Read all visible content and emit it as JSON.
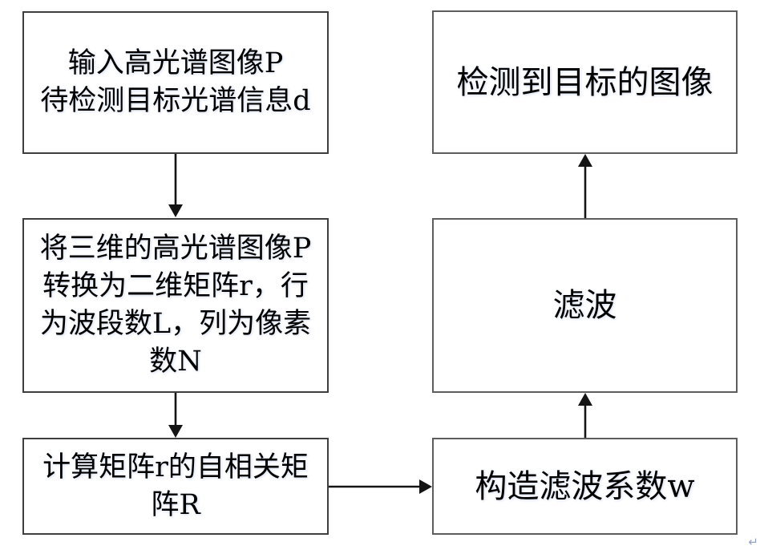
{
  "diagram": {
    "kind": "flowchart",
    "boxes": [
      {
        "id": "input",
        "lines": [
          "输入高光谱图像P",
          "待检测目标光谱信息d"
        ]
      },
      {
        "id": "reshape",
        "lines": [
          "将三维的高光谱图像P",
          "转换为二维矩阵r，行",
          "为波段数L，列为像素",
          "数N"
        ]
      },
      {
        "id": "autocorrelation",
        "lines": [
          "计算矩阵r的自相关矩",
          "阵R"
        ]
      },
      {
        "id": "detected-image",
        "lines": [
          "检测到目标的图像"
        ]
      },
      {
        "id": "filtering",
        "lines": [
          "滤波"
        ]
      },
      {
        "id": "filter-coefficient",
        "lines": [
          "构造滤波系数w"
        ]
      }
    ],
    "edges": [
      {
        "from": "input",
        "to": "reshape",
        "direction": "down"
      },
      {
        "from": "reshape",
        "to": "autocorrelation",
        "direction": "down"
      },
      {
        "from": "autocorrelation",
        "to": "filter-coefficient",
        "direction": "right"
      },
      {
        "from": "filter-coefficient",
        "to": "filtering",
        "direction": "up"
      },
      {
        "from": "filtering",
        "to": "detected-image",
        "direction": "up"
      }
    ],
    "colors": {
      "background": "#ffffff",
      "box_fill": "#ffffff",
      "box_border_left": "#3e3e3e",
      "box_border_right": "#5d5d5d",
      "arrow": "#141414",
      "text": "#000000",
      "paragraph_mark": "#93a1bf"
    },
    "paragraph_mark": "↵"
  }
}
